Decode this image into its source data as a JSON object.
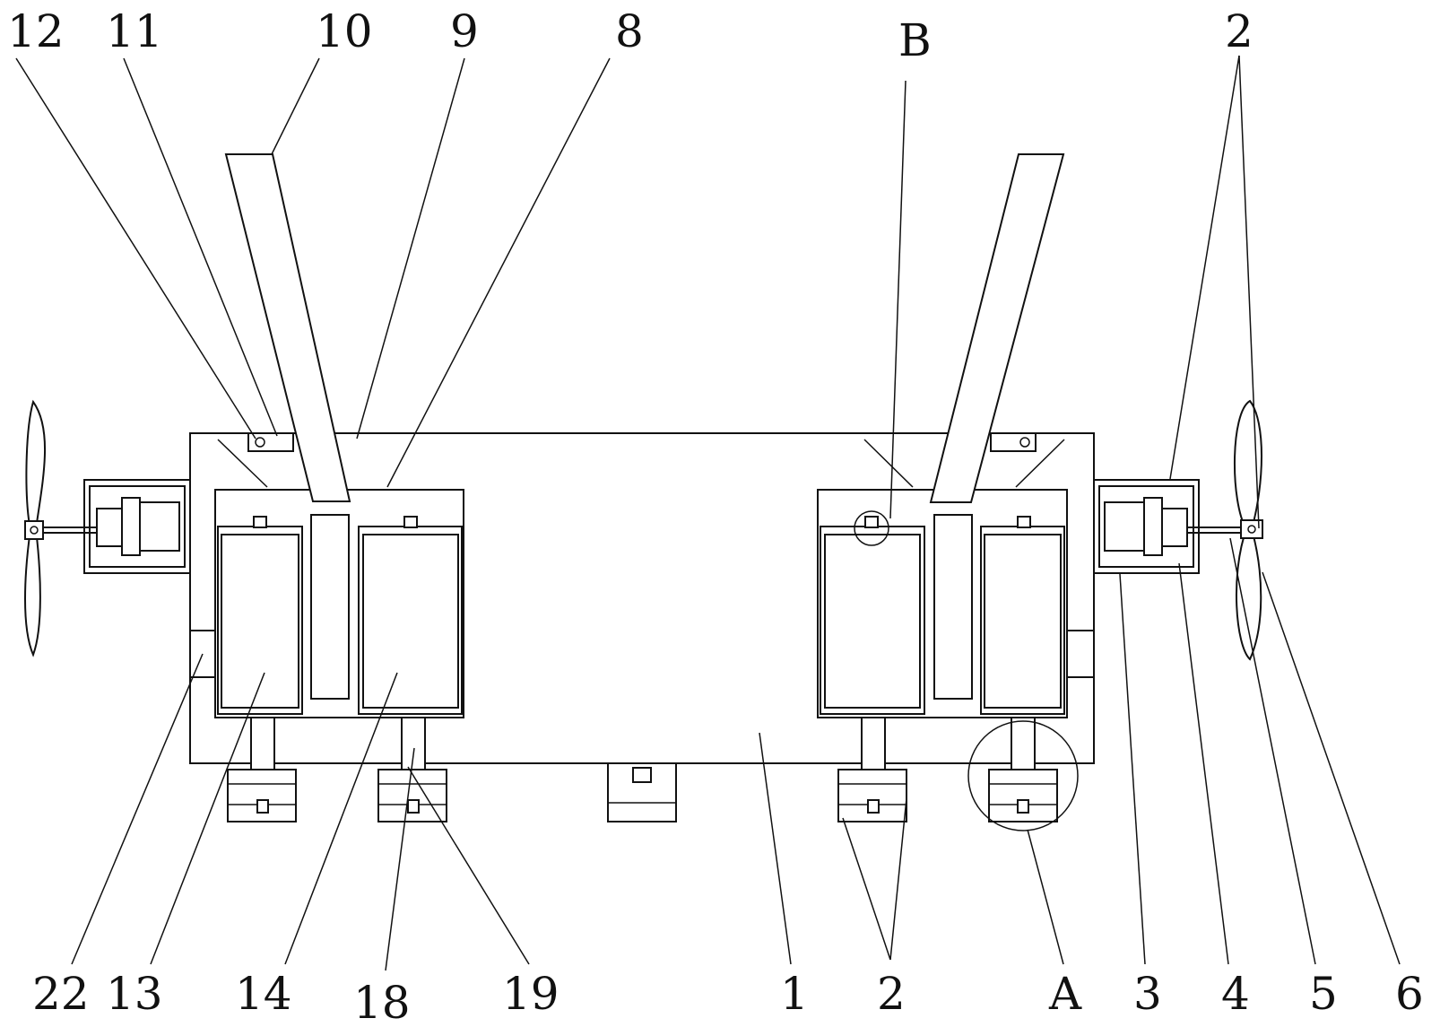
{
  "labels_top": [
    {
      "id": "lbl-12",
      "text": "12"
    },
    {
      "id": "lbl-11",
      "text": "11"
    },
    {
      "id": "lbl-10",
      "text": "10"
    },
    {
      "id": "lbl-9",
      "text": "9"
    },
    {
      "id": "lbl-8",
      "text": "8"
    },
    {
      "id": "lbl-B",
      "text": "B"
    },
    {
      "id": "lbl-2-top",
      "text": "2"
    }
  ],
  "labels_bottom": [
    {
      "id": "lbl-22",
      "text": "22"
    },
    {
      "id": "lbl-13",
      "text": "13"
    },
    {
      "id": "lbl-14",
      "text": "14"
    },
    {
      "id": "lbl-18",
      "text": "18"
    },
    {
      "id": "lbl-19",
      "text": "19"
    },
    {
      "id": "lbl-1",
      "text": "1"
    },
    {
      "id": "lbl-2-bottom",
      "text": "2"
    },
    {
      "id": "lbl-A",
      "text": "A"
    },
    {
      "id": "lbl-3",
      "text": "3"
    },
    {
      "id": "lbl-4",
      "text": "4"
    },
    {
      "id": "lbl-5",
      "text": "5"
    },
    {
      "id": "lbl-6",
      "text": "6"
    }
  ],
  "colors": {
    "line": "#111111",
    "background": "#ffffff",
    "stipple": "#333333"
  }
}
